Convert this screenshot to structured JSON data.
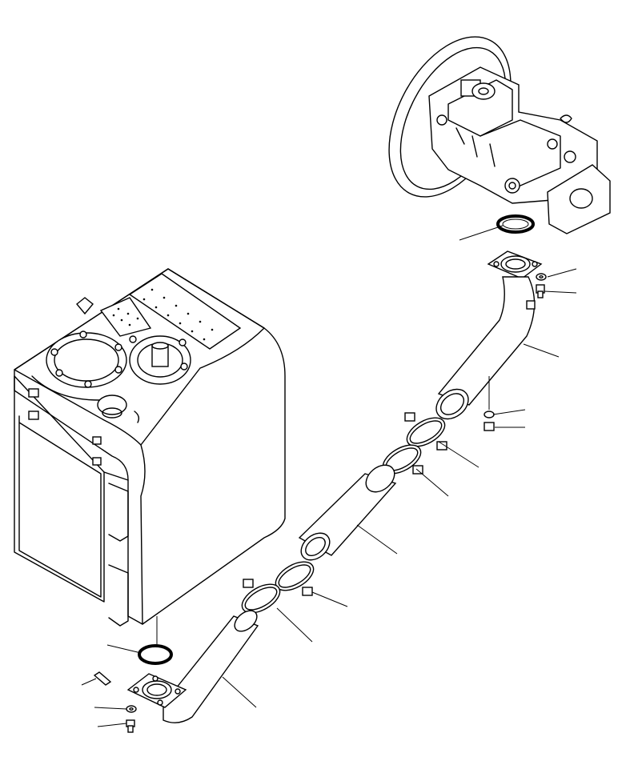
{
  "diagram": {
    "parts": [
      "hydraulic-tank",
      "hydraulic-pump",
      "pump-o-ring",
      "pump-suction-elbow",
      "elbow-washer",
      "elbow-bolt",
      "drain-plug",
      "drain-washer",
      "upper-hose-clamp-1",
      "upper-hose-clamp-2",
      "suction-hose",
      "lower-hose-clamp-1",
      "lower-hose-clamp-2",
      "tank-o-ring",
      "tank-suction-elbow",
      "tank-stud",
      "tank-washer",
      "tank-bolt"
    ]
  }
}
